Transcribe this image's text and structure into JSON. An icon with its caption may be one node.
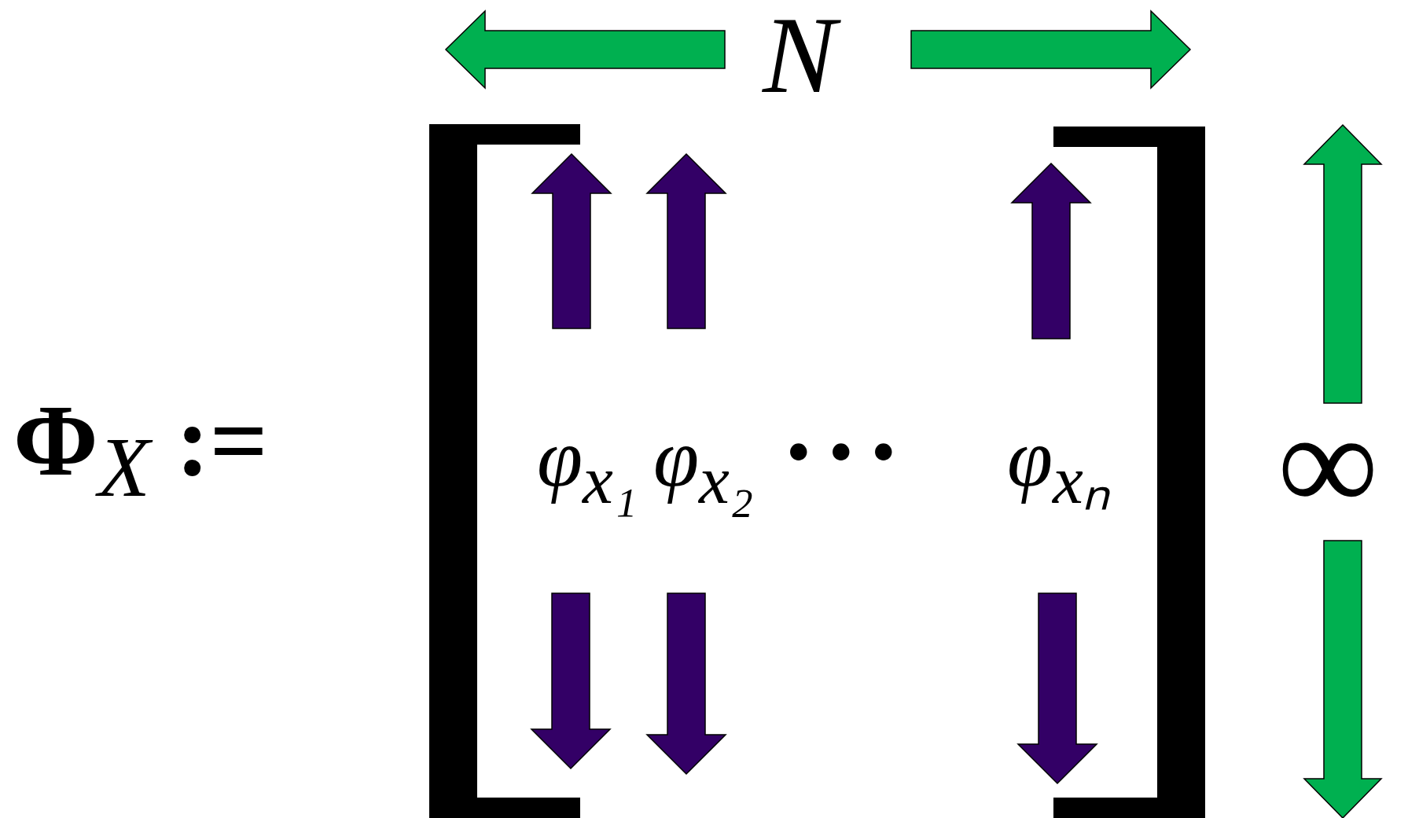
{
  "diagram": {
    "labels": [
      "Φ$_{X}$ :=",
      "N",
      "φ$_{x₁}$",
      "φ$_{x₂}$",
      "• • •",
      "φ$_{xₙ}$",
      "∞"
    ]
  }
}
